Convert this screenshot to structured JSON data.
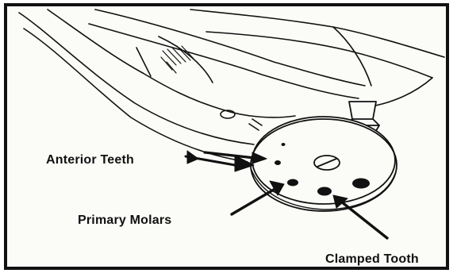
{
  "labels": {
    "anterior_teeth": "Anterior Teeth",
    "primary_molars": "Primary Molars",
    "clamped_tooth": "Clamped Tooth"
  },
  "colors": {
    "ink": "#111111",
    "paper": "#fbfbf8"
  }
}
